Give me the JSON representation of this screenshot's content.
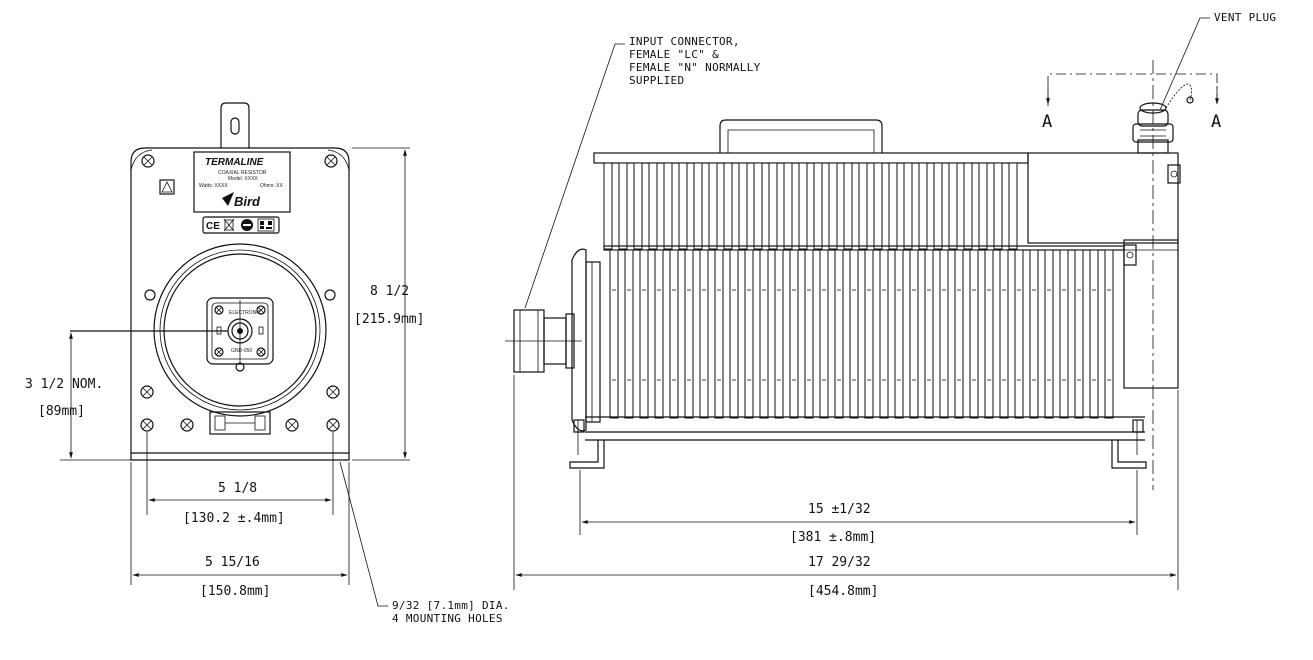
{
  "front_view": {
    "label_brand": "TERMALINE",
    "label_product": "COAXIAL RESISTOR",
    "label_model": "Model: XXXX",
    "label_watts": "Watts: XXXX",
    "label_ohms": "Ohms: XX",
    "label_logo": "Bird",
    "label_certs": "CE",
    "connector_text_top": "ELECTRONIC",
    "connector_text_bottom": "GND-050"
  },
  "dimensions": {
    "height": "8 1/2",
    "height_mm": "[215.9mm]",
    "center_height": "3 1/2 NOM.",
    "center_height_mm": "[89mm]",
    "hole_spacing": "5 1/8",
    "hole_spacing_mm": "[130.2 ±.4mm]",
    "width": "5 15/16",
    "width_mm": "[150.8mm]",
    "body_length": "15 ±1/32",
    "body_length_mm": "[381 ±.8mm]",
    "overall_length": "17 29/32",
    "overall_length_mm": "[454.8mm]"
  },
  "notes": {
    "input_connector": [
      "INPUT CONNECTOR,",
      "FEMALE \"LC\" &",
      "FEMALE \"N\" NORMALLY",
      "SUPPLIED"
    ],
    "vent_plug": "VENT PLUG",
    "mounting_holes": [
      "9/32 [7.1mm] DIA.",
      "4 MOUNTING HOLES"
    ],
    "section_left": "A",
    "section_right": "A"
  }
}
